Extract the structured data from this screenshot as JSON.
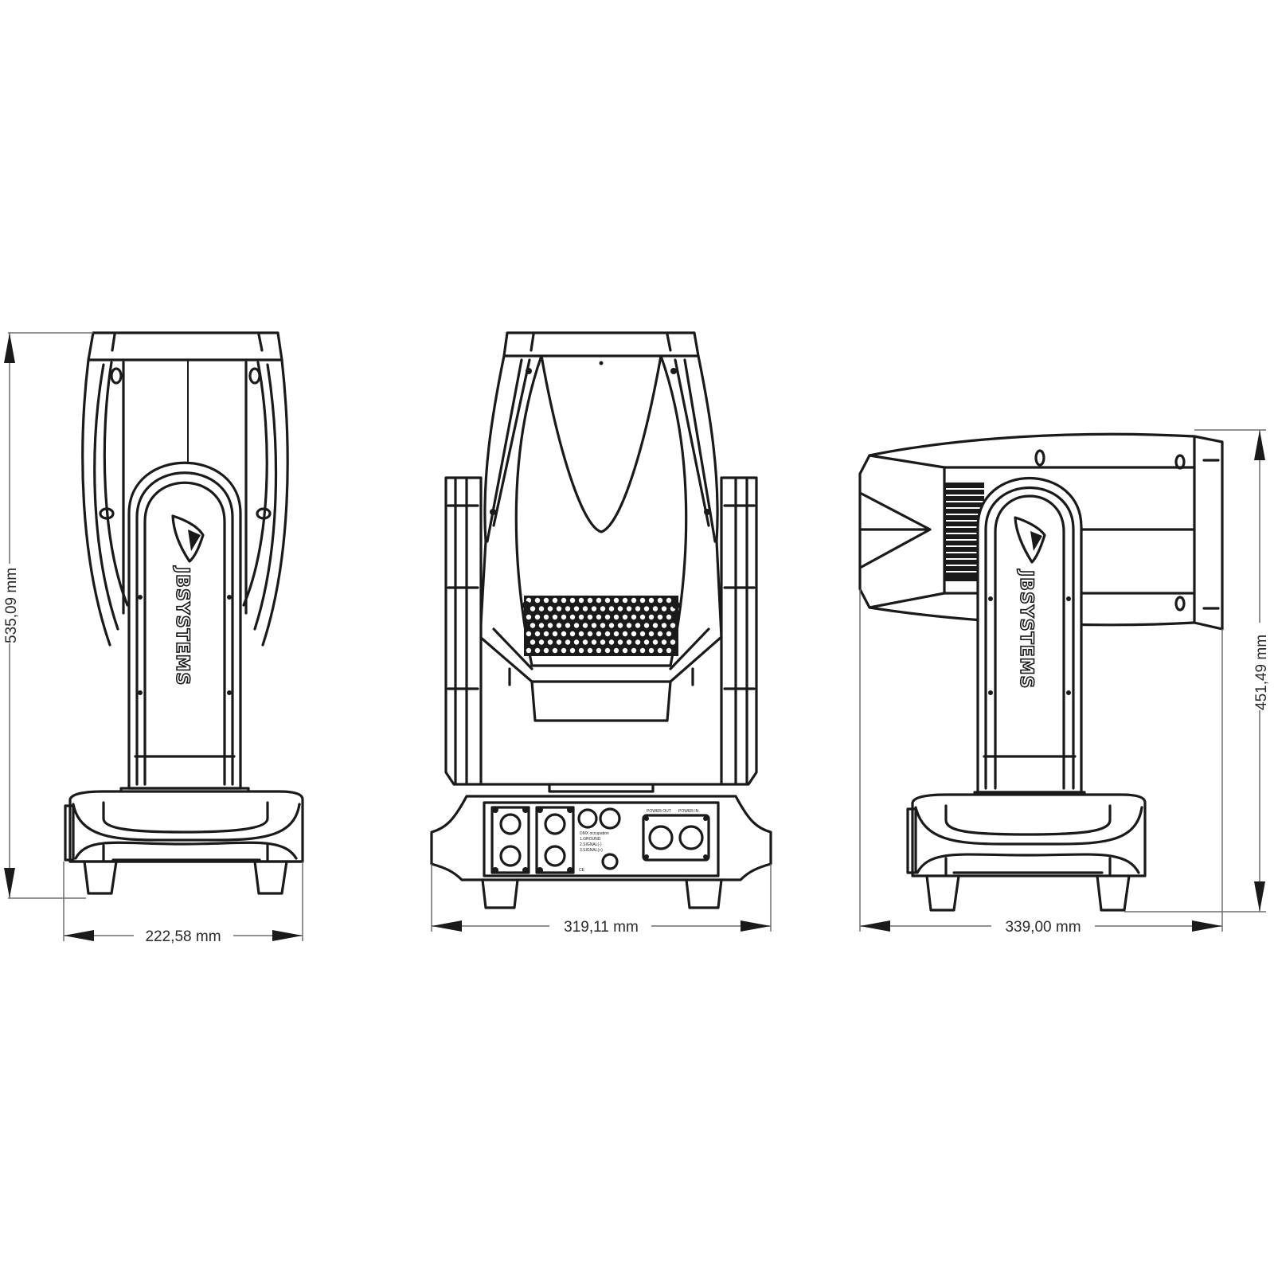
{
  "drawing": {
    "type": "technical dimension drawing",
    "subject": "moving head light fixture",
    "brand_logo_text": "JBSYSTEMS",
    "line_color": "#1a1a1a",
    "dimension_line_color": "#6e6e6e",
    "background": "#ffffff"
  },
  "views": [
    {
      "name": "side-view",
      "width_label": "222,58 mm",
      "height_label": "535,09 mm"
    },
    {
      "name": "front-view",
      "width_label": "319,11 mm",
      "panel": {
        "dmx_label": "DMX occupation",
        "dmx_lines": [
          "1.GROUND",
          "2.SIGNAL(-)",
          "3.SIGNAL(+)"
        ],
        "power_out_label": "POWER OUT",
        "power_in_label": "POWER IN",
        "marks": "CE"
      }
    },
    {
      "name": "tilted-view",
      "width_label": "339,00 mm",
      "height_label": "451,49 mm"
    }
  ]
}
